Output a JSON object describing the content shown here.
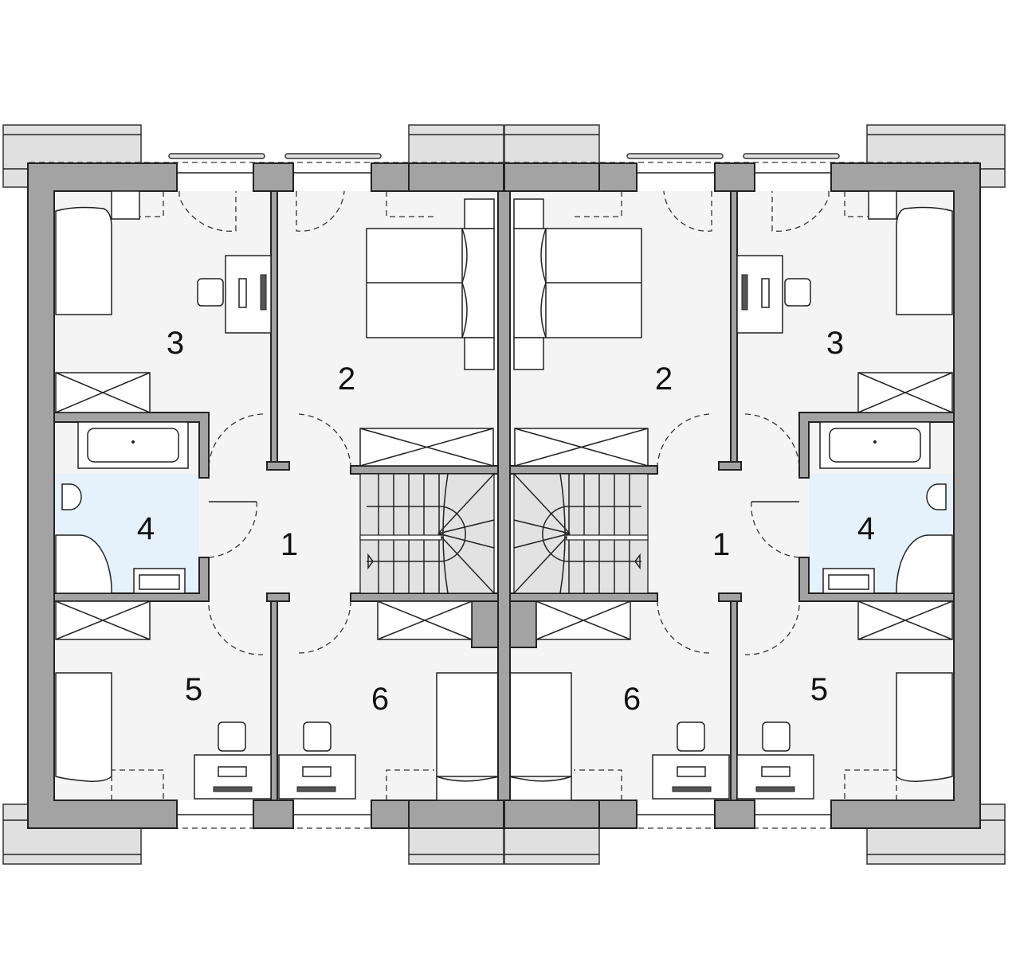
{
  "plan": {
    "title": "Attic floor plan - semi-detached house",
    "colors": {
      "wall": "#a3a3a3",
      "floor": "#f4f4f4",
      "bathroom": "#e5f1fb",
      "stairs": "#e2e2e2"
    },
    "rooms_left": [
      {
        "number": "1",
        "room": "hall"
      },
      {
        "number": "2",
        "room": "bedroom-double"
      },
      {
        "number": "3",
        "room": "bedroom"
      },
      {
        "number": "4",
        "room": "bathroom"
      },
      {
        "number": "5",
        "room": "bedroom"
      },
      {
        "number": "6",
        "room": "bedroom"
      }
    ],
    "rooms_right": [
      {
        "number": "1",
        "room": "hall"
      },
      {
        "number": "2",
        "room": "bedroom-double"
      },
      {
        "number": "3",
        "room": "bedroom"
      },
      {
        "number": "4",
        "room": "bathroom"
      },
      {
        "number": "5",
        "room": "bedroom"
      },
      {
        "number": "6",
        "room": "bedroom"
      }
    ]
  }
}
